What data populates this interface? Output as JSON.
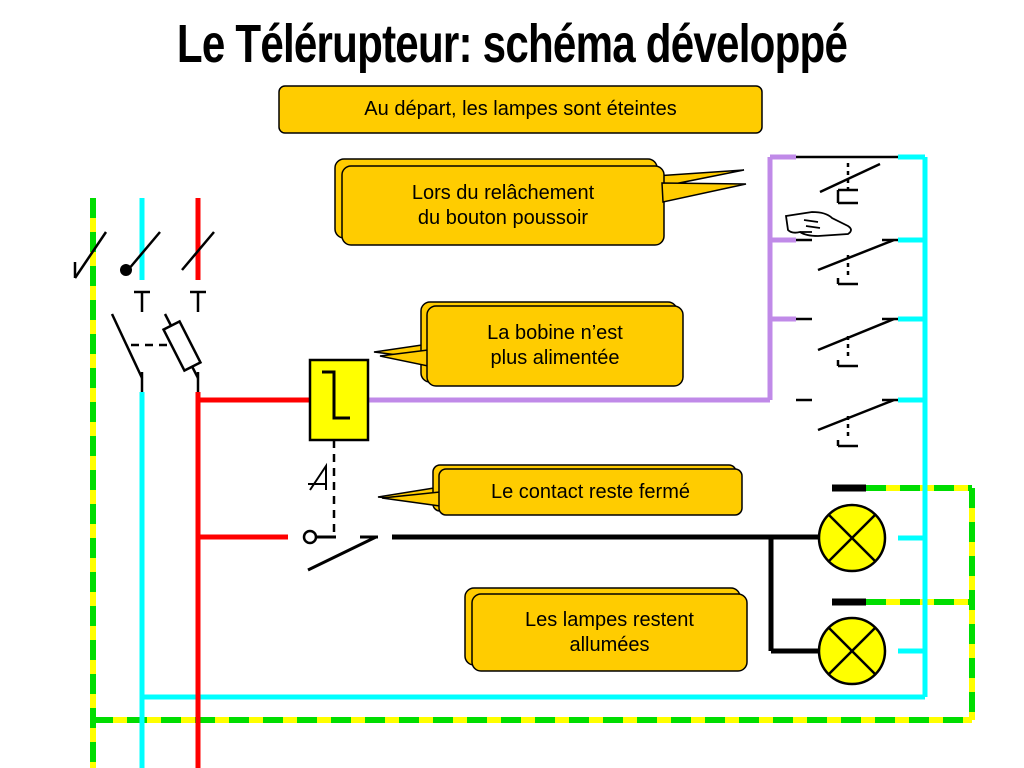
{
  "title": "Le Télérupteur: schéma développé",
  "callouts": {
    "depart": "Au départ, les lampes sont éteintes",
    "relachement": "Lors du relâchement\ndu bouton poussoir",
    "bobine": "La bobine n’est\nplus alimentée",
    "contact": "Le contact reste fermé",
    "lampes": "Les lampes restent\nallumées"
  },
  "colors": {
    "phase": "#ff0000",
    "neutral": "#00ffff",
    "earth_green": "#00dd00",
    "earth_yellow": "#ffff00",
    "control": "#c08ae8",
    "callout_fill": "#ffcc00",
    "coil_fill": "#ffff00",
    "lamp_fill": "#ffff00",
    "wire_black": "#000000"
  },
  "icons": [
    "hand-icon",
    "lamp-icon",
    "coil-icon",
    "fuse-icon",
    "push-button-icon"
  ]
}
